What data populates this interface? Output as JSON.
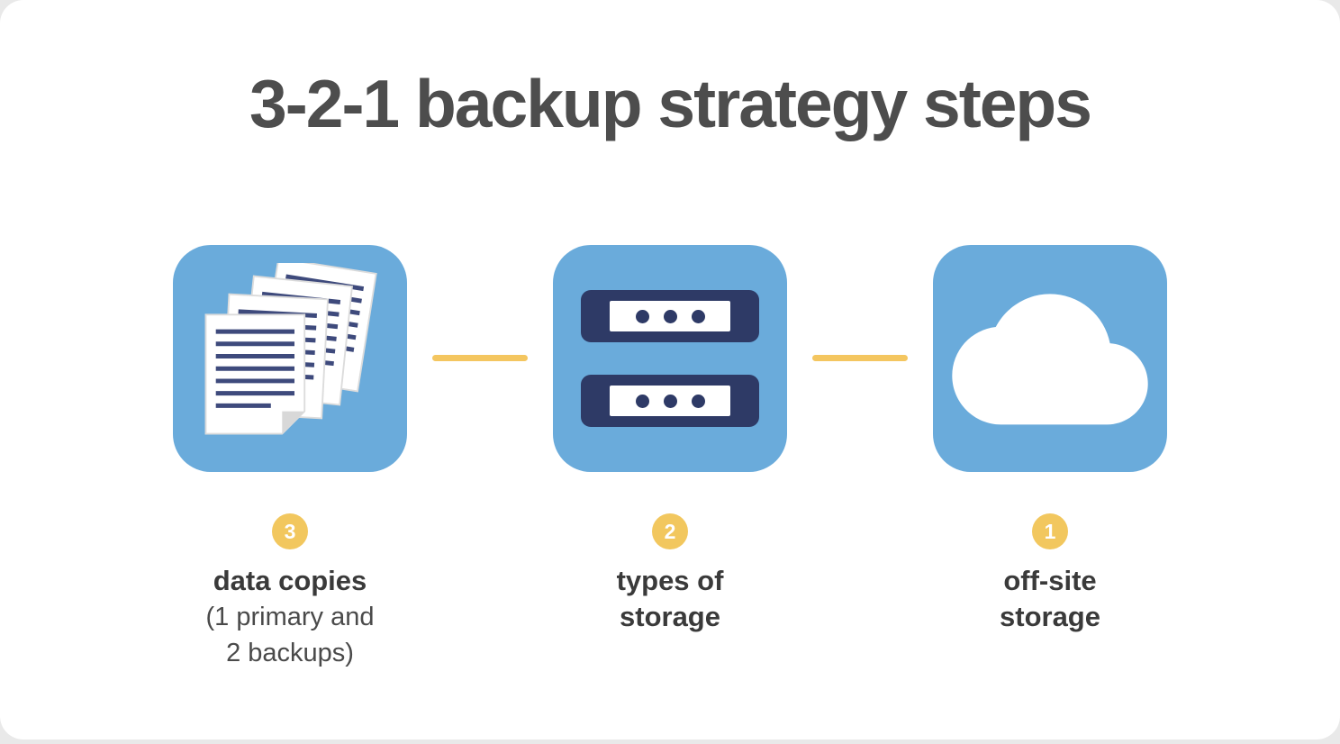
{
  "title": "3-2-1 backup strategy steps",
  "steps": [
    {
      "number": "3",
      "label": "data copies",
      "sublabel": "(1 primary and\n2 backups)",
      "icon": "documents-icon"
    },
    {
      "number": "2",
      "label": "types of\nstorage",
      "sublabel": "",
      "icon": "servers-icon"
    },
    {
      "number": "1",
      "label": "off-site\nstorage",
      "sublabel": "",
      "icon": "cloud-icon"
    }
  ],
  "colors": {
    "box_blue": "#6aabdb",
    "server_navy": "#2e3a66",
    "accent_yellow": "#f4c660",
    "badge_yellow": "#f2c75e",
    "title_gray": "#4d4d4d",
    "caption_dark": "#3a3a3a",
    "paper_line_navy": "#3e4a7c"
  }
}
